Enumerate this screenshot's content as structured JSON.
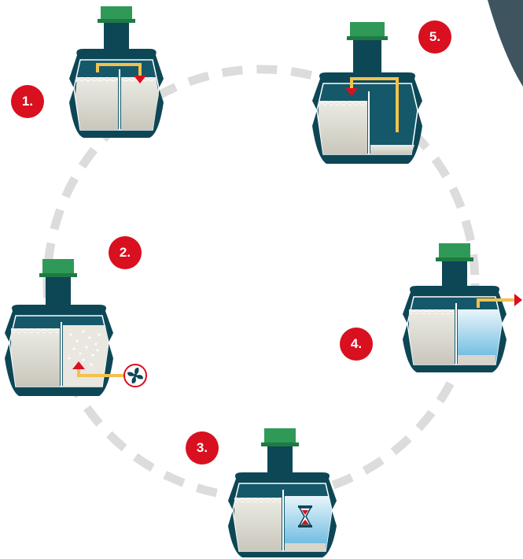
{
  "colors": {
    "badge": "#d8101f",
    "tank_dark": "#0d4756",
    "tank_mid": "#1b5d6c",
    "cover_green": "#2f9a57",
    "sludge": "#d8d6cc",
    "clear_water": "#8fcbe8",
    "arrow_yellow": "#f2c14e",
    "arrow_red": "#d8101f",
    "cycle_ring": "#dcdcdc"
  },
  "steps": [
    {
      "label": "1.",
      "phase": "filling",
      "icon": "down-arrow-icon"
    },
    {
      "label": "2.",
      "phase": "aeration",
      "icon": "fan-icon"
    },
    {
      "label": "3.",
      "phase": "settling",
      "icon": "hourglass-icon"
    },
    {
      "label": "4.",
      "phase": "clear-water-discharge",
      "icon": "right-arrow-icon"
    },
    {
      "label": "5.",
      "phase": "sludge-return",
      "icon": "down-arrow-icon"
    }
  ]
}
